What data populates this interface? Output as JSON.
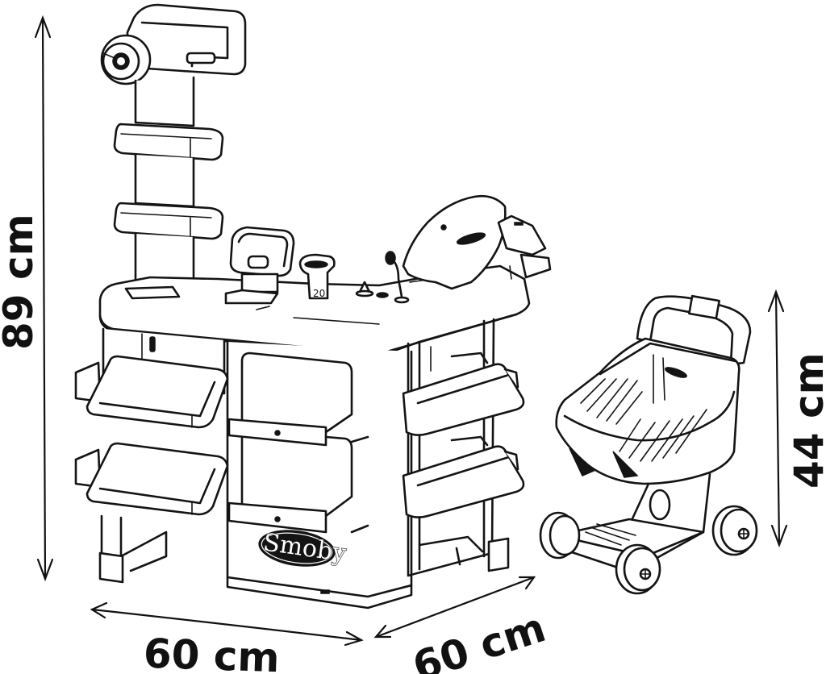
{
  "figure": {
    "subject": "Toy supermarket checkout counter with shopping trolley",
    "brand_logo": "Smoby",
    "line_color": "#141414",
    "background": "#ffffff"
  },
  "dimensions": {
    "counter_height": {
      "label": "89 cm",
      "orientation": "vertical-left"
    },
    "counter_width": {
      "label": "60 cm",
      "orientation": "horizontal-front"
    },
    "counter_depth": {
      "label": "60 cm",
      "orientation": "diagonal-side"
    },
    "trolley_height": {
      "label": "44 cm",
      "orientation": "vertical-right"
    }
  },
  "components": {
    "counter": [
      "scanner-tower",
      "scale",
      "barcode-scanner",
      "microphone",
      "cash-register-screen",
      "card-terminal",
      "display-shelves",
      "storage-bins"
    ],
    "trolley": [
      "handle",
      "basket",
      "wheels"
    ]
  }
}
